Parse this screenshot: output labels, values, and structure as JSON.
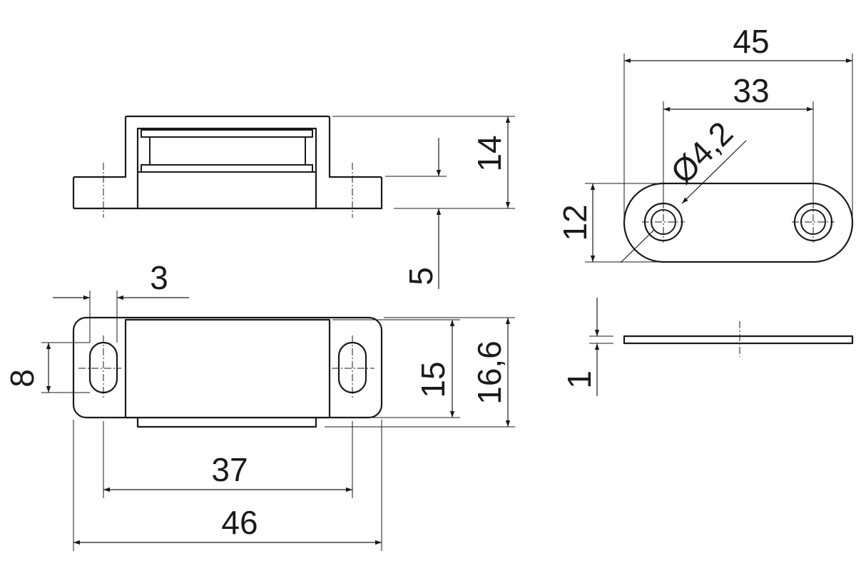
{
  "dimensions": {
    "d45": "45",
    "d33": "33",
    "hole": "Ø4,2",
    "d12": "12",
    "d14": "14",
    "d5": "5",
    "d3": "3",
    "d8": "8",
    "d15": "15",
    "d16_6": "16,6",
    "d37": "37",
    "d46": "46",
    "d1": "1"
  }
}
